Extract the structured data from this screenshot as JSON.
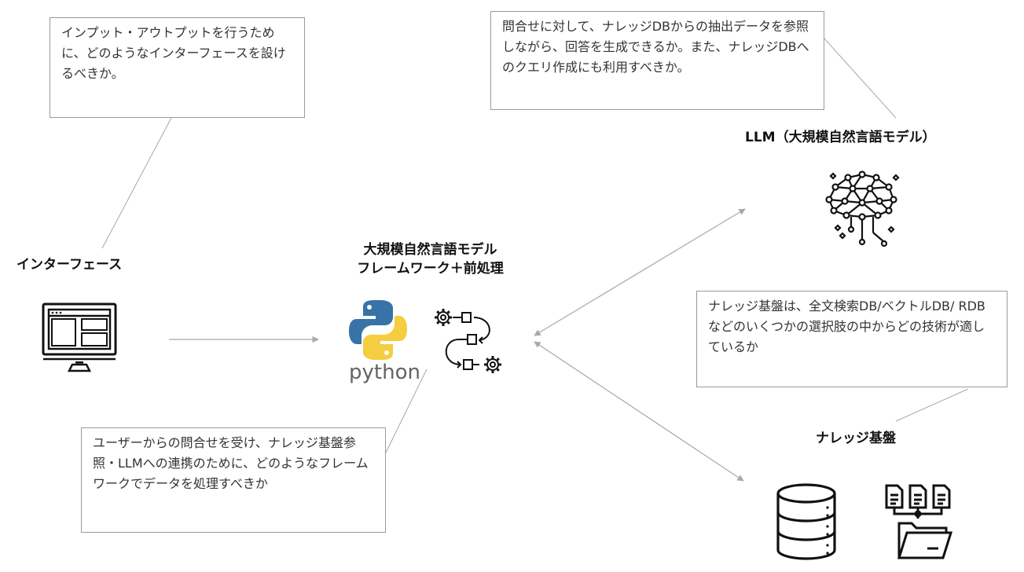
{
  "notes": {
    "interface_q": "インプット・アウトプットを行うために、どのようなインターフェースを設けるべきか。",
    "llm_q": "問合せに対して、ナレッジDBからの抽出データを参照しながら、回答を生成できるか。また、ナレッジDBへのクエリ作成にも利用すべきか。",
    "knowledge_q": "ナレッジ基盤は、全文検索DB/ベクトルDB/ RDBなどのいくつかの選択肢の中からどの技術が適しているか",
    "framework_q": "ユーザーからの問合せを受け、ナレッジ基盤参照・LLMへの連携のために、どのようなフレームワークでデータを処理すべきか"
  },
  "labels": {
    "interface": "インターフェース",
    "llm": "LLM（大規模自然言語モデル）",
    "framework_line1": "大規模自然言語モデル",
    "framework_line2": "フレームワーク＋前処理",
    "knowledge": "ナレッジ基盤"
  },
  "python_wordmark": "python",
  "icons": [
    "desktop-monitor-icon",
    "python-logo-icon",
    "workflow-gears-icon",
    "neural-brain-icon",
    "database-icon",
    "documents-folder-icon"
  ],
  "colors": {
    "line": "#a8a8a8",
    "note_border": "#9a9a9a",
    "python_blue": "#3873a8",
    "python_yellow": "#f5cd40",
    "icon": "#111111"
  }
}
